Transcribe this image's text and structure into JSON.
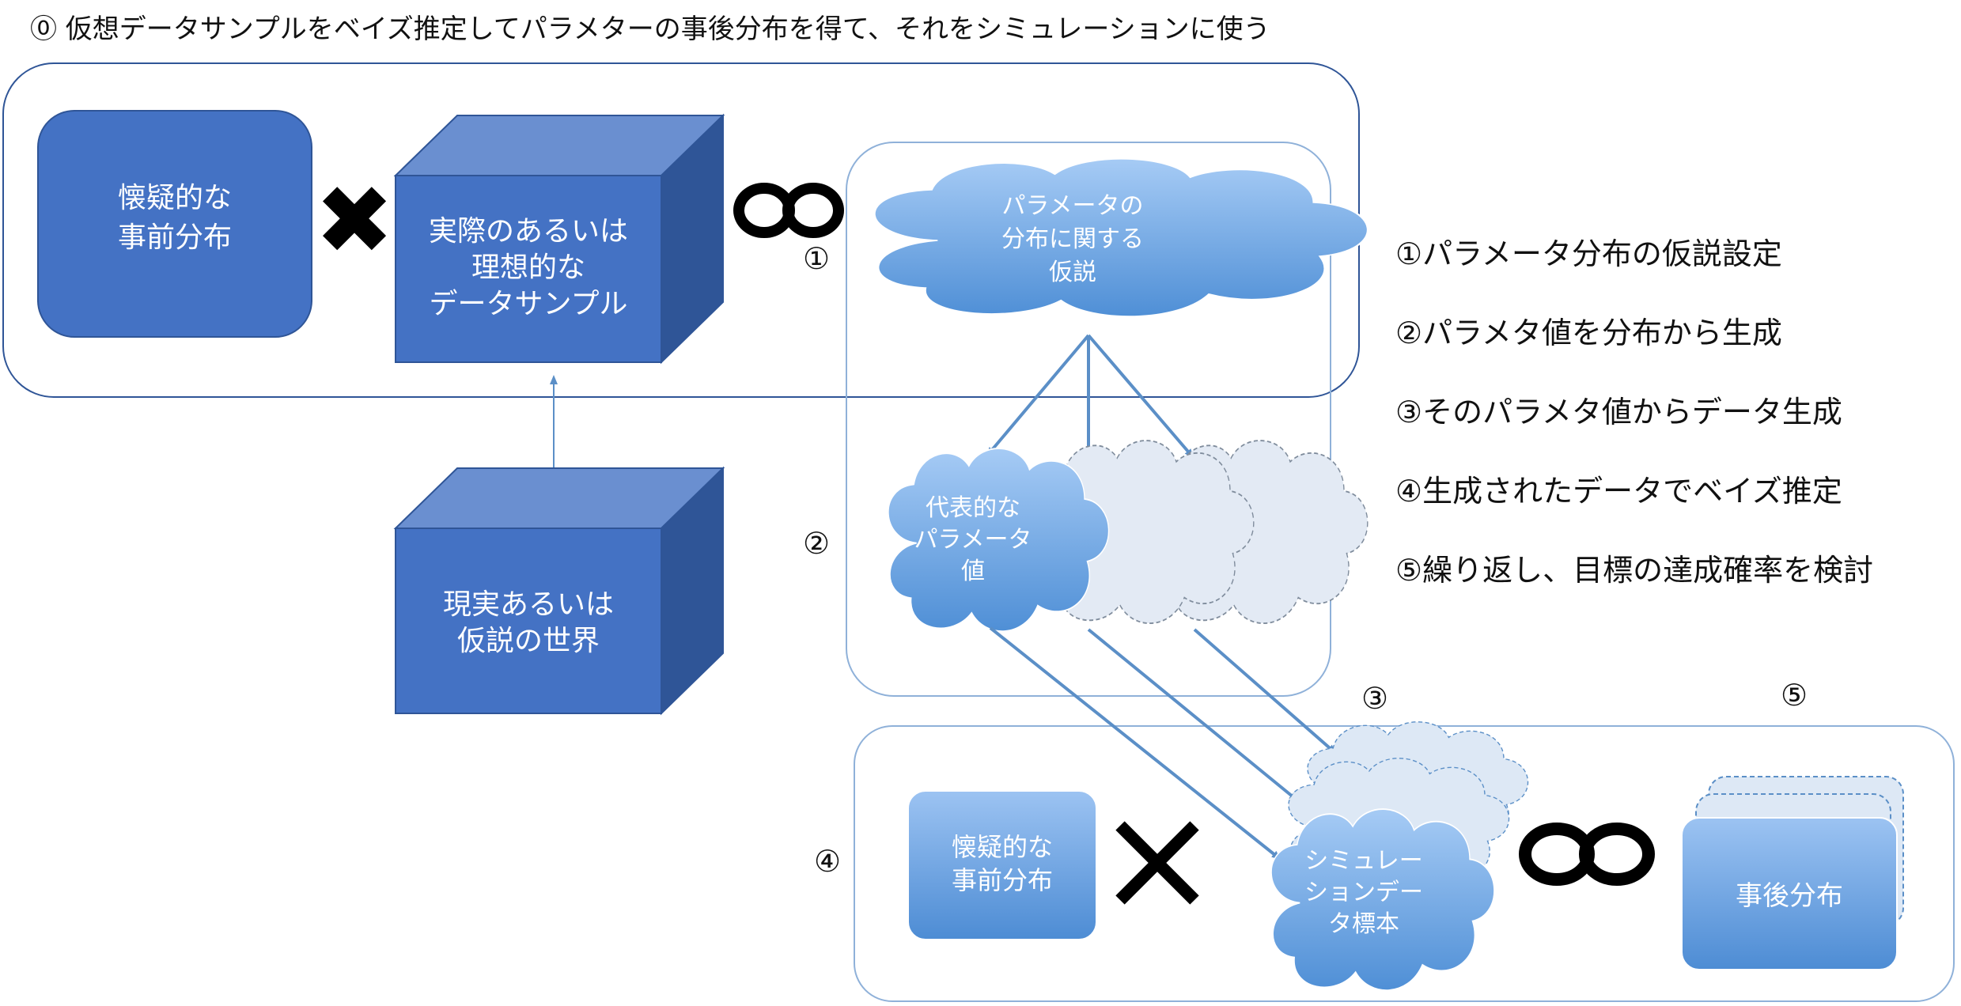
{
  "title": "⓪ 仮想データサンプルをベイズ推定してパラメターの事後分布を得て、それをシミュレーションに使う",
  "prior_top": [
    "懐疑的な",
    "事前分布"
  ],
  "times_symbol": "✖",
  "sample_box": [
    "実際のあるいは",
    "理想的な",
    "データサンプル"
  ],
  "infinity_symbol": "∞",
  "world_box": [
    "現実あるいは",
    "仮説の世界"
  ],
  "hypothesis_cloud": [
    "パラメータの",
    "分布に関する",
    "仮説"
  ],
  "param_cloud": [
    "代表的な",
    "パラメータ",
    "値"
  ],
  "sim_cloud": [
    "シミュレー",
    "ションデー",
    "タ標本"
  ],
  "prior_bottom": [
    "懐疑的な",
    "事前分布"
  ],
  "times_symbol_bottom": "✕",
  "posterior_box": "事後分布",
  "step_markers": {
    "s1": "①",
    "s2": "②",
    "s3": "③",
    "s4": "④",
    "s5": "⑤"
  },
  "legend": [
    "①パラメータ分布の仮説設定",
    "②パラメタ値を分布から生成",
    "③そのパラメタ値からデータ生成",
    "④生成されたデータでベイズ推定",
    "⑤繰り返し、目標の達成確率を検討"
  ],
  "colors": {
    "box_blue": "#4472c4",
    "box_dark": "#2f5597",
    "box_top": "#6a8fd0",
    "cloud_light": "#9dc3f0",
    "cloud_mid": "#5b9bd5",
    "ghost_cloud": "#e3eaf4",
    "frame": "#2f5597",
    "arrow": "#5b8fc7"
  }
}
